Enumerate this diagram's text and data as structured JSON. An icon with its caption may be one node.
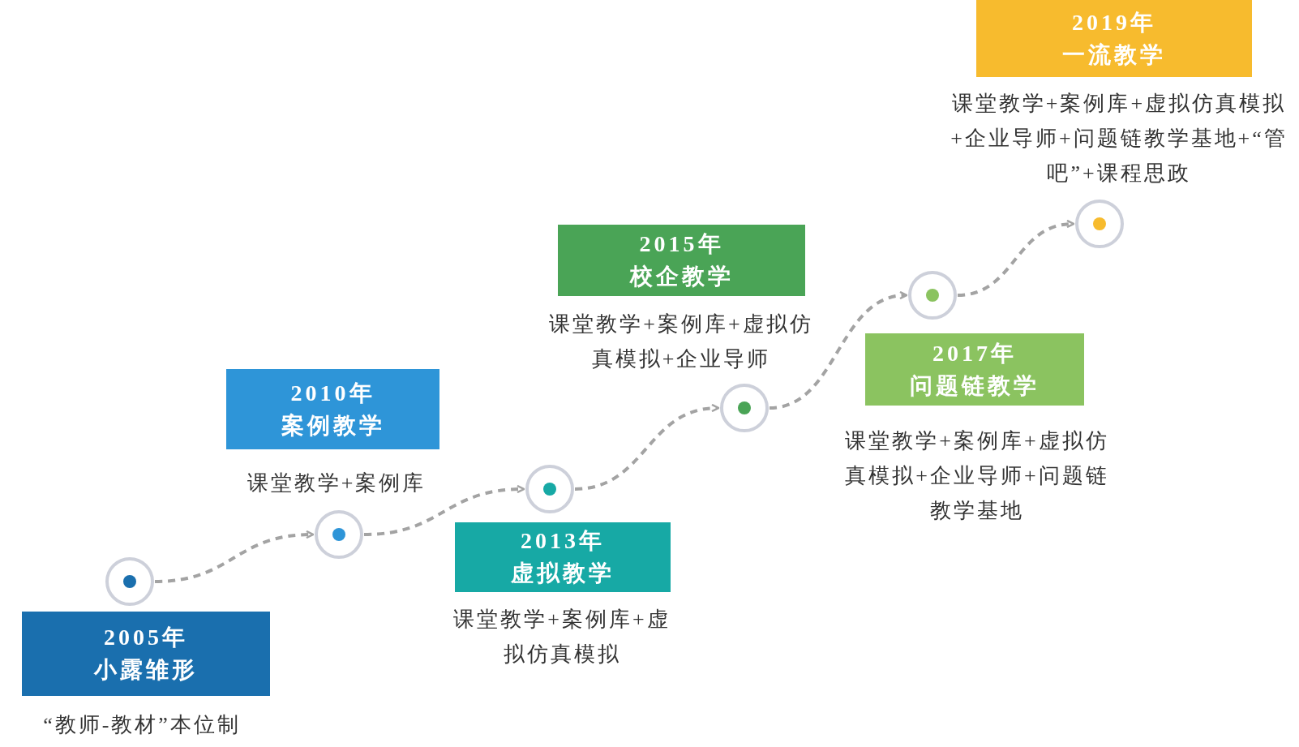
{
  "diagram": {
    "nodes": [
      {
        "text": [
          "2005年",
          "小露雏形"
        ],
        "beside": [
          "“教师-教材”本位制"
        ]
      },
      {
        "text": [
          "2010年",
          "案例教学"
        ],
        "beside": [
          "课堂教学+案例库"
        ]
      },
      {
        "text": [
          "2013年",
          "虚拟教学"
        ],
        "beside": [
          "课堂教学+案例库+虚拟仿真模拟"
        ]
      },
      {
        "text": [
          "2015年",
          "校企教学"
        ],
        "beside": [
          "课堂教学+案例库+虚拟仿真模拟+企业导师"
        ]
      },
      {
        "text": [
          "2017年",
          "问题链教学"
        ],
        "beside": [
          "课堂教学+案例库+虚拟仿真模拟+企业导师+问题链教学基地"
        ]
      },
      {
        "text": [
          "2019年",
          "一流教学"
        ],
        "beside": [
          "课堂教学+案例库+虚拟仿真模拟+企业导师+问题链教学基地+“管吧”+课程思政"
        ]
      },
      {
        "text": [],
        "shape": "circle"
      },
      {
        "text": [],
        "shape": "circle"
      },
      {
        "text": [],
        "shape": "circle"
      },
      {
        "text": [],
        "shape": "circle"
      },
      {
        "text": [],
        "shape": "circle"
      },
      {
        "text": [],
        "shape": "circle"
      }
    ],
    "edges": [
      {
        "from": 6,
        "to": 7,
        "arrow": "to",
        "style": "dashed"
      },
      {
        "from": 7,
        "to": 8,
        "arrow": "to",
        "style": "dashed"
      },
      {
        "from": 8,
        "to": 9,
        "arrow": "to",
        "style": "dashed"
      },
      {
        "from": 9,
        "to": 10,
        "arrow": "to",
        "style": "dashed"
      },
      {
        "from": 10,
        "to": 11,
        "arrow": "to",
        "style": "dashed"
      }
    ]
  }
}
